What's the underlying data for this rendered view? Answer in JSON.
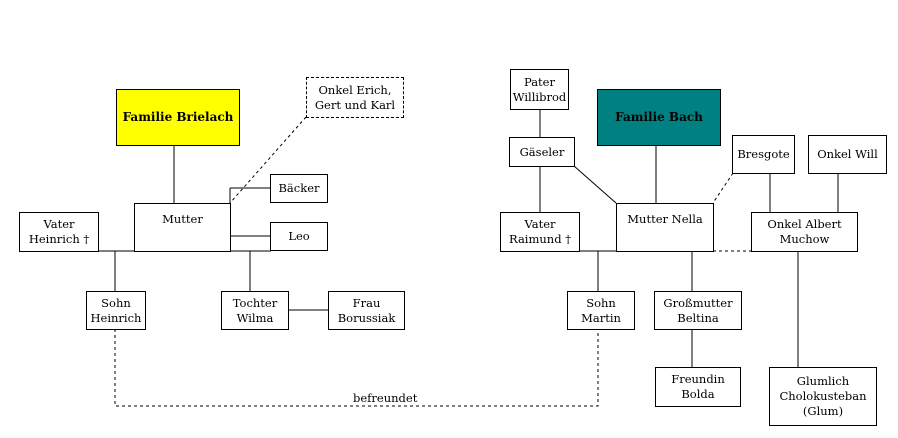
{
  "colors": {
    "brielach_fill": "#ffff00",
    "bach_fill": "#008080",
    "line": "#000000"
  },
  "nodes": {
    "familie_brielach": "Familie Brielach",
    "onkel_erich": "Onkel Erich,\nGert und Karl",
    "baecker": "Bäcker",
    "mutter": "Mutter",
    "leo": "Leo",
    "vater_heinrich": "Vater\nHeinrich †",
    "sohn_heinrich": "Sohn\nHeinrich",
    "tochter_wilma": "Tochter\nWilma",
    "frau_borussiak": "Frau\nBorussiak",
    "pater_willibrod": "Pater\nWillibrod",
    "familie_bach": "Familie Bach",
    "gaeseler": "Gäseler",
    "bresgote": "Bresgote",
    "onkel_will": "Onkel Will",
    "vater_raimund": "Vater\nRaimund †",
    "mutter_nella": "Mutter Nella",
    "onkel_albert": "Onkel Albert\nMuchow",
    "sohn_martin": "Sohn\nMartin",
    "grossmutter_beltina": "Großmutter\nBeltina",
    "freundin_bolda": "Freundin\nBolda",
    "glumlich": "Glumlich\nCholokusteban\n(Glum)"
  },
  "edge_labels": {
    "befreundet": "befreundet"
  }
}
